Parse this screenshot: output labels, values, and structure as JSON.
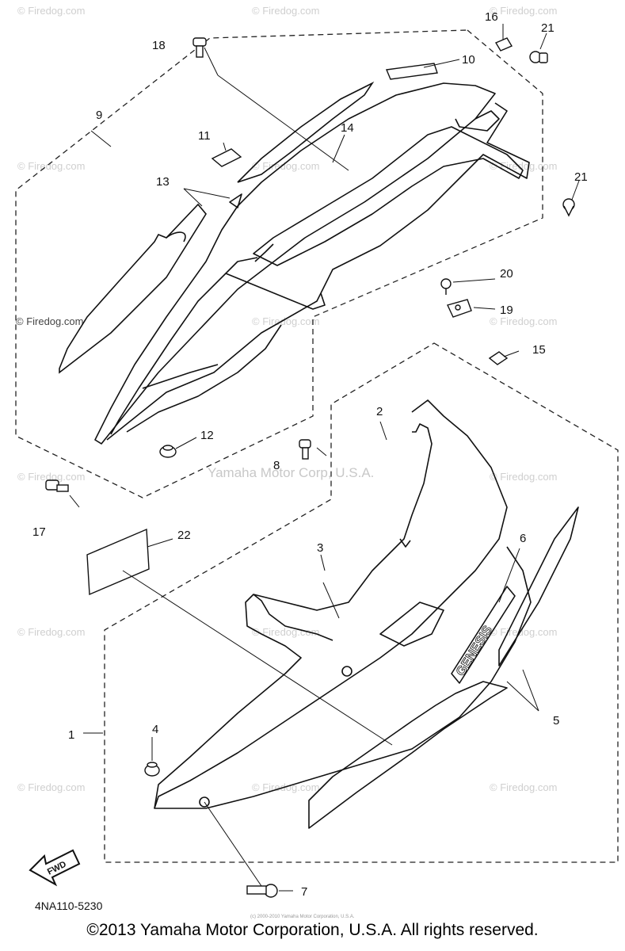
{
  "watermark": {
    "site": "© Firedog.com",
    "center": "Yamaha Motor Corp, U.S.A."
  },
  "part_code": "4NA110-5230",
  "fwd_label": "FWD",
  "brand_badge": "GENESIS",
  "fine_print": "(c) 2000-2010 Yamaha Motor Corporation, U.S.A.",
  "copyright": "©2013 Yamaha Motor Corporation, U.S.A. All rights reserved.",
  "callouts": [
    "1",
    "2",
    "3",
    "4",
    "5",
    "6",
    "7",
    "8",
    "9",
    "10",
    "11",
    "12",
    "13",
    "14",
    "15",
    "16",
    "17",
    "18",
    "19",
    "20",
    "21",
    "21",
    "22"
  ]
}
